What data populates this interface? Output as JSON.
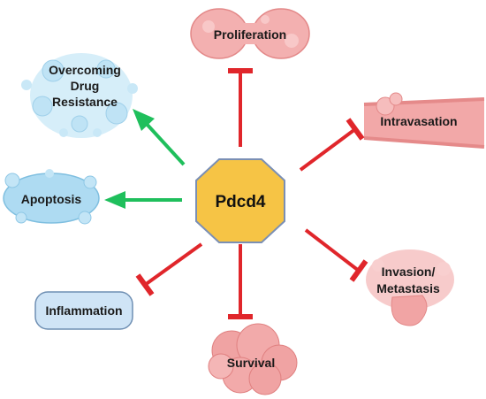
{
  "center": {
    "label": "Pdcd4",
    "color": "#f6c445",
    "stroke": "#7a8fb5"
  },
  "colors": {
    "inhibit": "#e0262b",
    "promote": "#1fbf5c",
    "cell_pink": "#f1a4a4",
    "cell_pink_dark": "#e07c7c",
    "cell_blue": "#a9d8f0",
    "inflam_fill": "#cfe4f6",
    "inflam_stroke": "#6f8fb3"
  },
  "nodes": {
    "proliferation": {
      "label": "Proliferation",
      "icon": "dividing-cell-icon"
    },
    "intravasation": {
      "label": "Intravasation",
      "icon": "blood-vessel-icon"
    },
    "invasion": {
      "line1": "Invasion/",
      "line2": "Metastasis",
      "icon": "invading-cell-icon"
    },
    "survival": {
      "label": "Survival",
      "icon": "cell-cluster-icon"
    },
    "inflammation": {
      "label": "Inflammation"
    },
    "apoptosis": {
      "label": "Apoptosis",
      "icon": "apoptotic-cell-icon"
    },
    "drug_resistance": {
      "line1": "Overcoming",
      "line2": "Drug",
      "line3": "Resistance",
      "icon": "fragmenting-cell-icon"
    }
  },
  "relations": [
    {
      "target": "proliferation",
      "type": "inhibits"
    },
    {
      "target": "intravasation",
      "type": "inhibits"
    },
    {
      "target": "invasion",
      "type": "inhibits"
    },
    {
      "target": "survival",
      "type": "inhibits"
    },
    {
      "target": "inflammation",
      "type": "inhibits"
    },
    {
      "target": "apoptosis",
      "type": "promotes"
    },
    {
      "target": "drug_resistance",
      "type": "promotes"
    }
  ]
}
